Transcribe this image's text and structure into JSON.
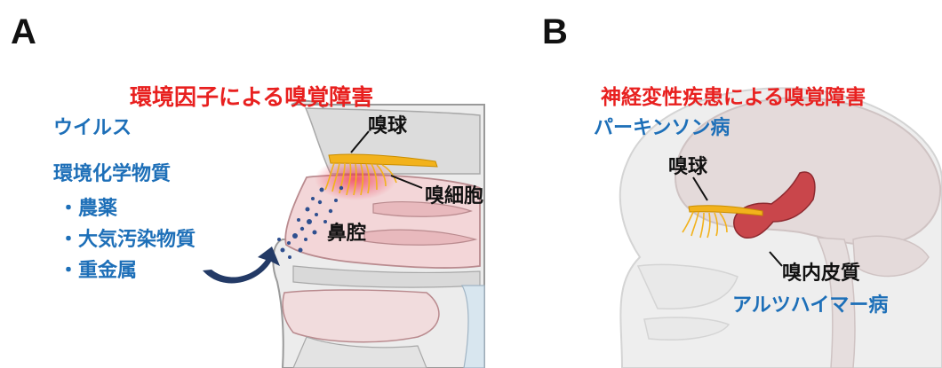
{
  "panel_a": {
    "letter": "A",
    "title": "環境因子による嗅覚障害",
    "virus": "ウイルス",
    "chemicals": "環境化学物質",
    "items": [
      "・農薬",
      "・大気汚染物質",
      "・重金属"
    ],
    "olfactory_bulb": "嗅球",
    "olfactory_cells": "嗅細胞",
    "nasal_cavity": "鼻腔"
  },
  "panel_b": {
    "letter": "B",
    "title": "神経変性疾患による嗅覚障害",
    "parkinson": "パーキンソン病",
    "olfactory_bulb": "嗅球",
    "olfactory_cortex": "嗅内皮質",
    "alzheimer": "アルツハイマー病"
  },
  "colors": {
    "title_red": "#e8201f",
    "label_blue": "#1d6fb8",
    "olfactory_yellow": "#f2b21c",
    "cortex_red": "#c9464b",
    "arrow_navy": "#233a66",
    "tissue_pink": "#f3d6d8"
  }
}
